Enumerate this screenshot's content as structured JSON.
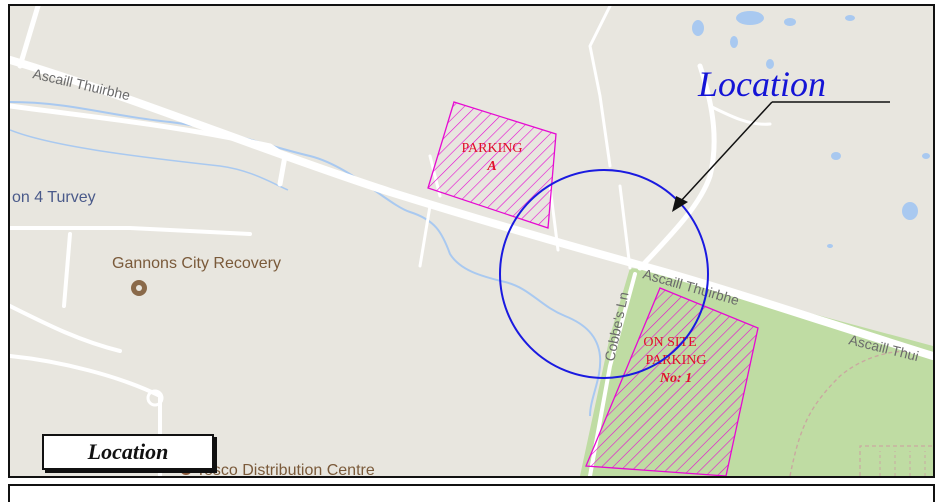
{
  "map": {
    "roads": {
      "ascaill_1": "Ascaill Thuirbhe",
      "ascaill_2": "Ascaill Thuirbhe",
      "ascaill_3": "Ascaill Thui",
      "cobbes": "Cobbe's Ln"
    },
    "places": {
      "turvey": "on 4 Turvey",
      "gannons": "Gannons City Recovery",
      "tesco": "Tesco Distribution Centre"
    },
    "parking_a": {
      "line1": "PARKING",
      "line2": "A"
    },
    "onsite_parking": {
      "line1": "ON SITE",
      "line2": "PARKING",
      "line3": "No: 1"
    },
    "callout_label": "Location",
    "legend_label": "Location"
  },
  "colors": {
    "land": "#e8e6df",
    "park": "#bfdca3",
    "road": "#ffffff",
    "stream": "#a9c9f0",
    "hatch": "#e60ad2",
    "circle": "#1a1ae0",
    "callout": "#1414d6"
  }
}
